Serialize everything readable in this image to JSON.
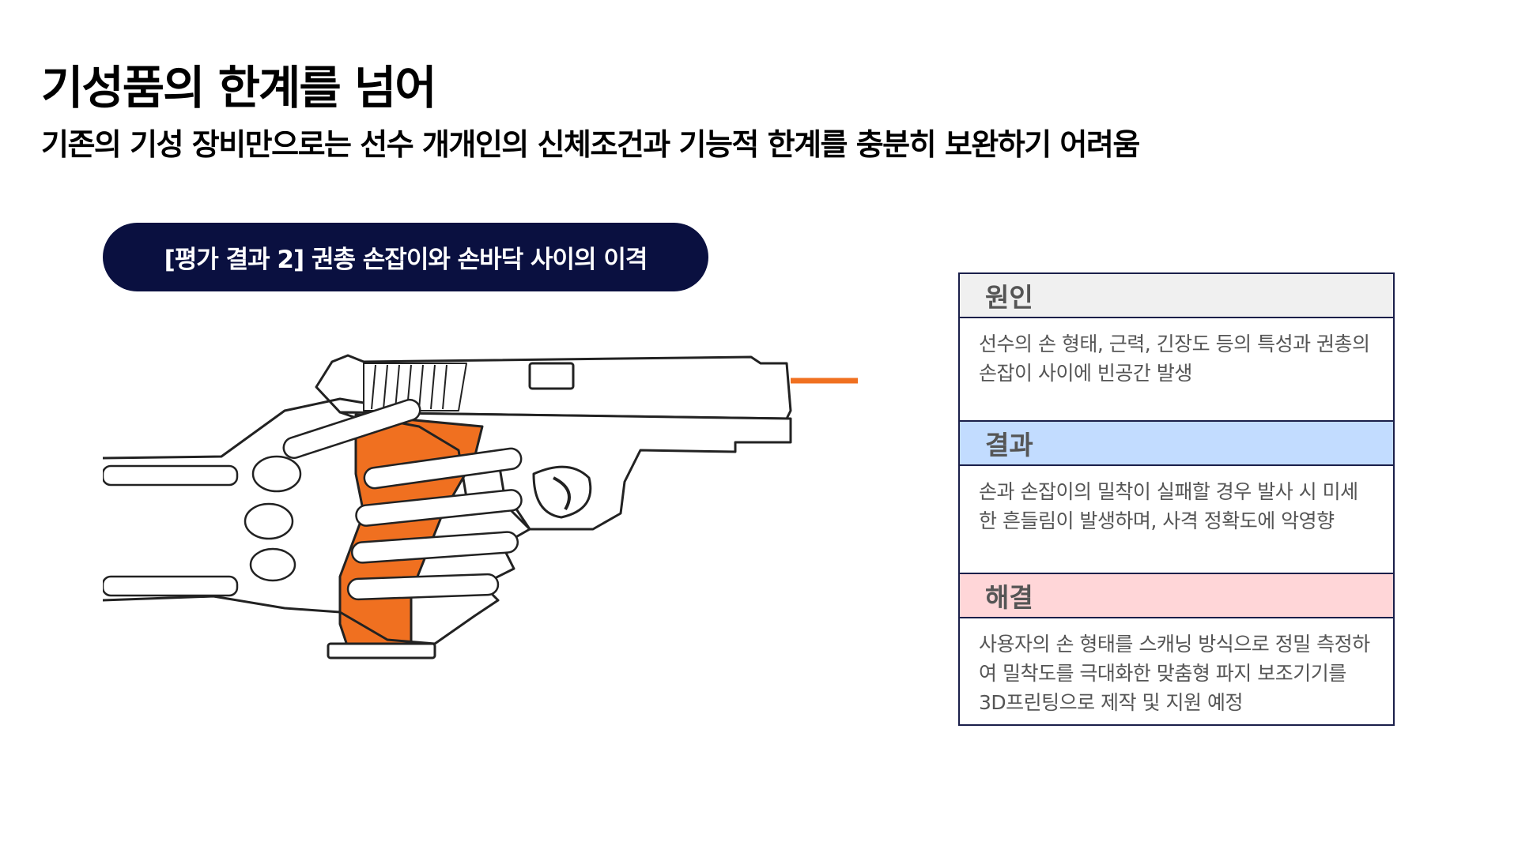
{
  "title": "기성품의 한계를 넘어",
  "subtitle": "기존의 기성 장비만으로는 선수 개개인의 신체조건과 기능적 한계를 충분히 보완하기 어려움",
  "badge": "[평가 결과 2] 권총 손잡이와 손바닥 사이의 이격",
  "illustration": {
    "icon": "pistol-grip-hand-xray-illustration"
  },
  "sections": [
    {
      "heading": "원인",
      "color": "#f0f0f0",
      "body": "선수의 손 형태, 근력, 긴장도 등의 특성과 권총의 손잡이 사이에 빈공간 발생"
    },
    {
      "heading": "결과",
      "color": "#c2dcff",
      "body": "손과 손잡이의 밀착이 실패할 경우 발사 시 미세한 흔들림이 발생하며, 사격 정확도에 악영향"
    },
    {
      "heading": "해결",
      "color": "#ffd6d8",
      "body": "사용자의 손 형태를 스캐닝 방식으로 정밀 측정하여 밀착도를 극대화한 맞춤형 파지 보조기기를 3D프린팅으로 제작 및 지원 예정"
    }
  ],
  "colors": {
    "navy": "#0a1040",
    "orange": "#f07020"
  }
}
